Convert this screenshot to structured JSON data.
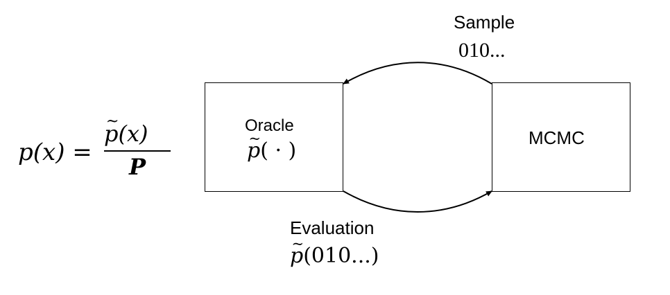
{
  "formula": {
    "lhs": "p(x) =",
    "numerator_p": "p",
    "numerator_rest": "(x)",
    "denominator": "P"
  },
  "oracle_box": {
    "title": "Oracle",
    "math_p": "p",
    "math_rest": "( · )"
  },
  "mcmc_box": {
    "title": "MCMC"
  },
  "sample_label": {
    "title": "Sample",
    "value": "010..."
  },
  "evaluation_label": {
    "title": "Evaluation",
    "math_p": "p",
    "math_rest": "(010...)"
  }
}
